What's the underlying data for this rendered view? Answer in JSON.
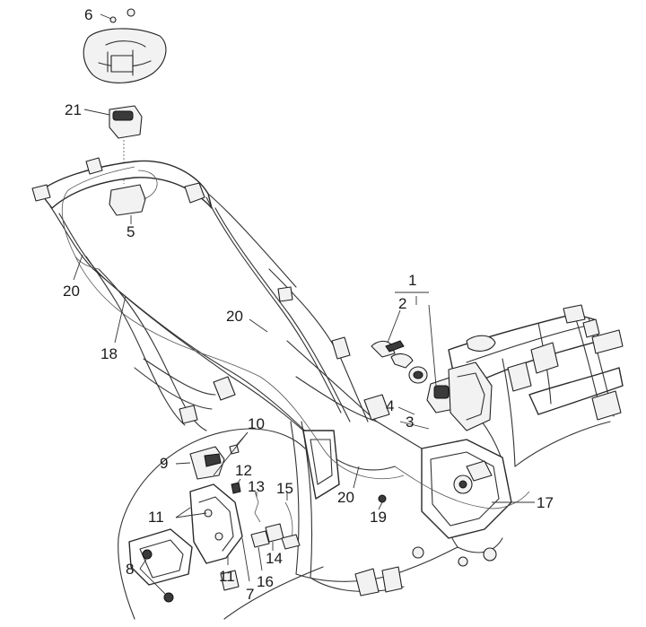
{
  "labels": {
    "p1": "1",
    "p2": "2",
    "p3": "3",
    "p4": "4",
    "p5": "5",
    "p6": "6",
    "p7": "7",
    "p8": "8",
    "p9": "9",
    "p10": "10",
    "p11a": "11",
    "p11b": "11",
    "p12": "12",
    "p13": "13",
    "p14": "14",
    "p15": "15",
    "p16": "16",
    "p17": "17",
    "p18": "18",
    "p19": "19",
    "p20a": "20",
    "p20b": "20",
    "p20c": "20",
    "p21": "21"
  }
}
